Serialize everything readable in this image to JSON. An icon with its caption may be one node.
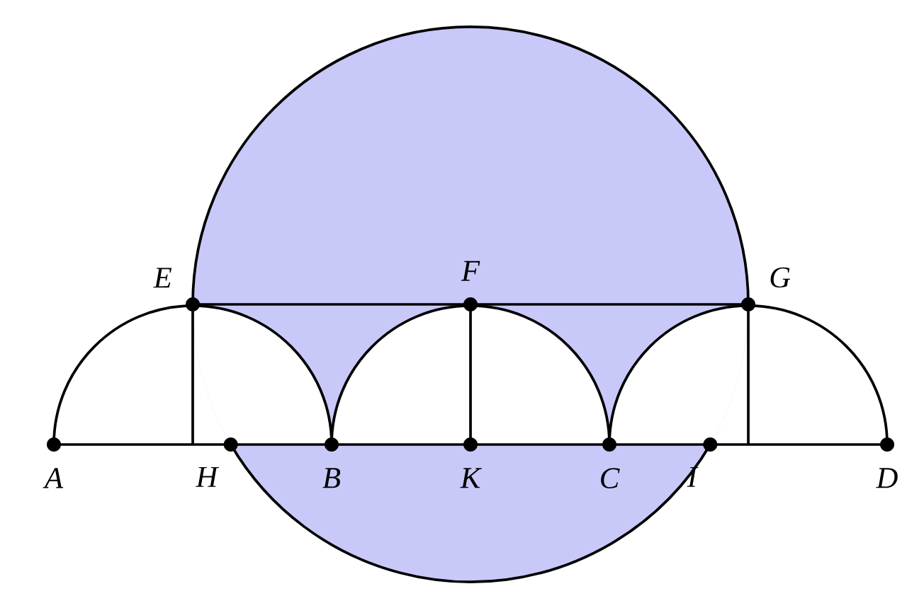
{
  "diagram": {
    "nodes": [
      {
        "text": [
          "A"
        ]
      },
      {
        "text": [
          "H"
        ]
      },
      {
        "text": [
          "B"
        ]
      },
      {
        "text": [
          "K"
        ]
      },
      {
        "text": [
          "C"
        ]
      },
      {
        "text": [
          "I"
        ]
      },
      {
        "text": [
          "D"
        ]
      },
      {
        "text": [
          "E"
        ]
      },
      {
        "text": [
          "F"
        ]
      },
      {
        "text": [
          "G"
        ]
      }
    ],
    "edges": [
      {
        "from": 0,
        "to": 1,
        "arrow": "none"
      },
      {
        "from": 1,
        "to": 2,
        "arrow": "none"
      },
      {
        "from": 2,
        "to": 3,
        "arrow": "none"
      },
      {
        "from": 3,
        "to": 4,
        "arrow": "none"
      },
      {
        "from": 4,
        "to": 5,
        "arrow": "none"
      },
      {
        "from": 5,
        "to": 6,
        "arrow": "none"
      },
      {
        "from": 7,
        "to": 8,
        "arrow": "none"
      },
      {
        "from": 8,
        "to": 9,
        "arrow": "none"
      },
      {
        "from": 8,
        "to": 3,
        "arrow": "none"
      },
      {
        "from": 0,
        "to": 2,
        "arrow": "none"
      },
      {
        "from": 2,
        "to": 4,
        "arrow": "none"
      },
      {
        "from": 4,
        "to": 6,
        "arrow": "none"
      },
      {
        "from": 7,
        "to": 9,
        "arrow": "none"
      },
      {
        "from": 1,
        "to": 5,
        "arrow": "none"
      }
    ]
  }
}
